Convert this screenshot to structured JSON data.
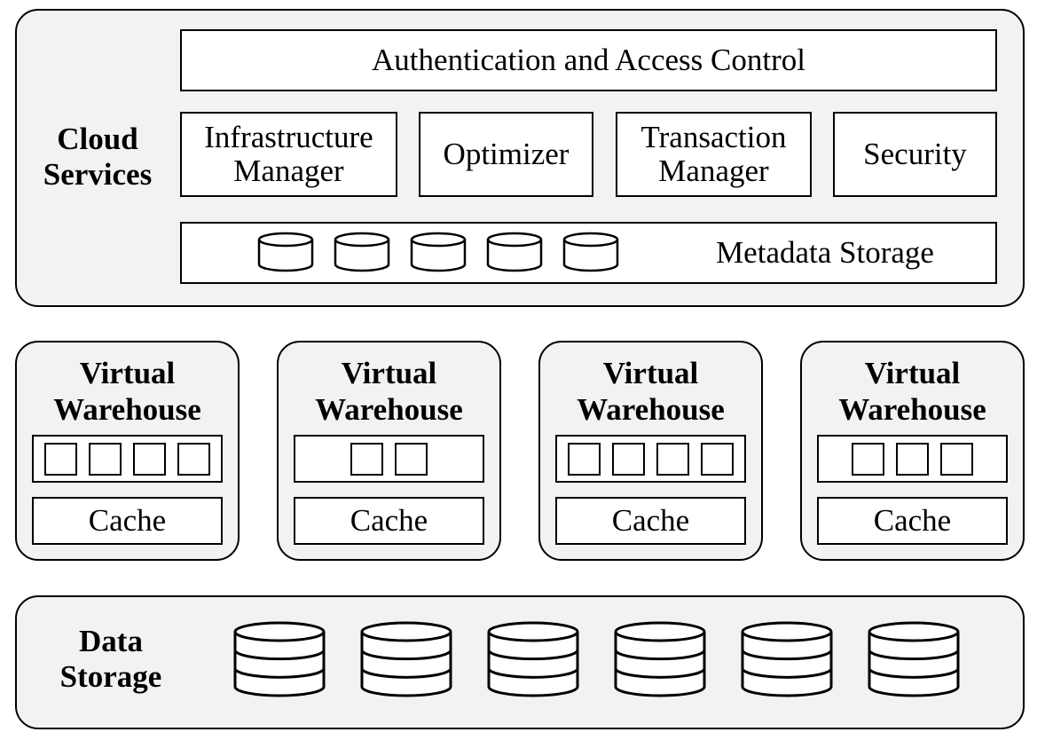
{
  "cloud_services": {
    "label": "Cloud\nServices",
    "auth": "Authentication and Access Control",
    "components": [
      {
        "name": "infrastructure-manager",
        "label": "Infrastructure\nManager"
      },
      {
        "name": "optimizer",
        "label": "Optimizer"
      },
      {
        "name": "transaction-manager",
        "label": "Transaction\nManager"
      },
      {
        "name": "security",
        "label": "Security"
      }
    ],
    "metadata_label": "Metadata Storage",
    "metadata_cylinders": 5
  },
  "warehouses": [
    {
      "title": "Virtual\nWarehouse",
      "nodes": 4,
      "cache": "Cache"
    },
    {
      "title": "Virtual\nWarehouse",
      "nodes": 2,
      "cache": "Cache"
    },
    {
      "title": "Virtual\nWarehouse",
      "nodes": 4,
      "cache": "Cache"
    },
    {
      "title": "Virtual\nWarehouse",
      "nodes": 3,
      "cache": "Cache"
    }
  ],
  "data_storage": {
    "label": "Data\nStorage",
    "databases": 6
  }
}
